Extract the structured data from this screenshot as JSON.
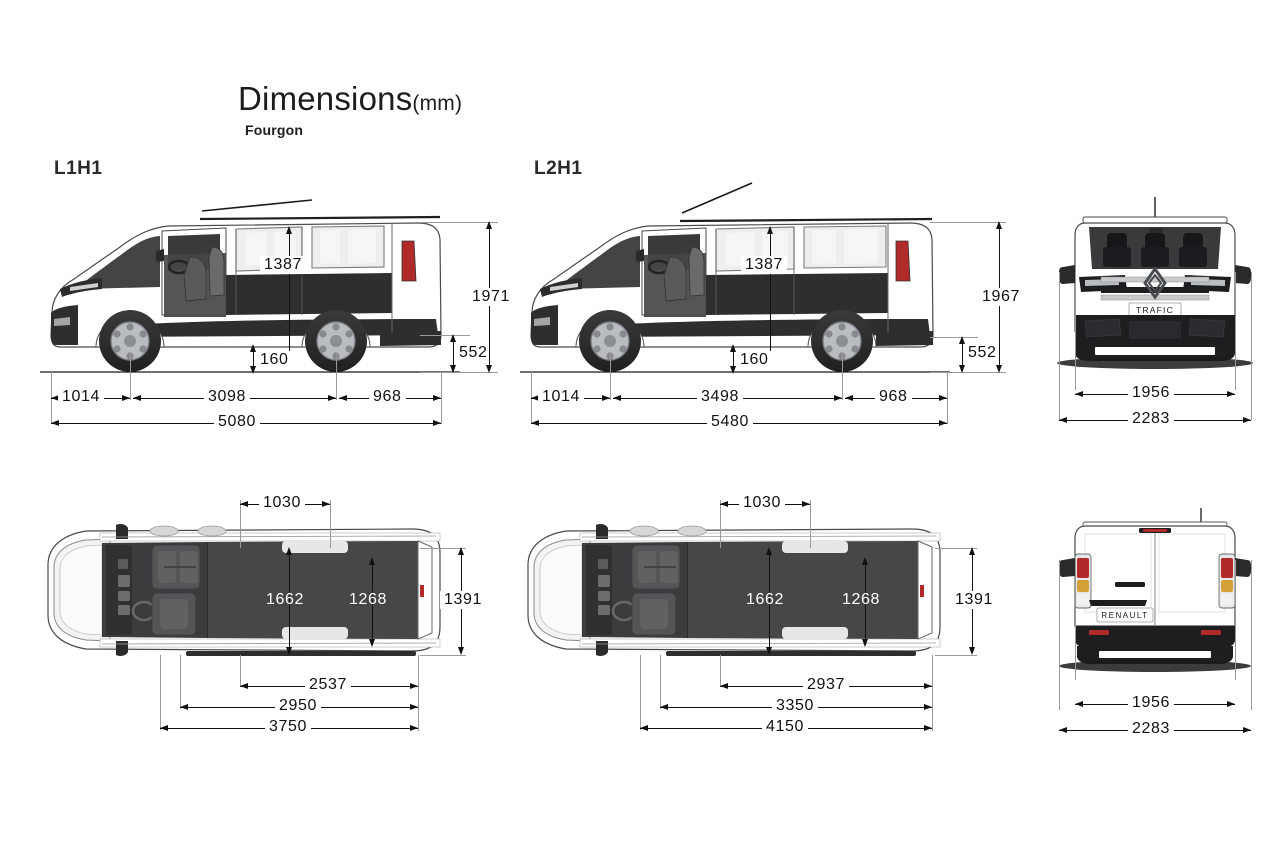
{
  "header": {
    "title": "Dimensions",
    "unit": "(mm)",
    "subtitle": "Fourgon"
  },
  "variants": {
    "l1h1": "L1H1",
    "l2h1": "L2H1"
  },
  "chart_data": {
    "type": "table",
    "title": "Dimensions (mm)",
    "subtitle": "Fourgon",
    "vehicle": "Renault Trafic",
    "badges": [
      "TRAFIC",
      "RENAULT"
    ],
    "views": [
      "side-l1h1",
      "side-l2h1",
      "front",
      "top-l1h1",
      "top-l2h1",
      "rear"
    ],
    "series": [
      {
        "name": "L1H1",
        "side_view": {
          "interior_height": 1387,
          "overall_height": 1971,
          "load_sill_height": 552,
          "ground_clearance_step": 160,
          "front_overhang": 1014,
          "wheelbase": 3098,
          "rear_overhang": 968,
          "overall_length": 5080
        },
        "top_view": {
          "side_door_opening": 1030,
          "load_width_max": 1662,
          "width_between_arches": 1268,
          "overall_width_top": 1391,
          "load_length_floor": 2537,
          "load_length_mid": 2950,
          "load_length_max": 3750
        }
      },
      {
        "name": "L2H1",
        "side_view": {
          "interior_height": 1387,
          "overall_height": 1967,
          "load_sill_height": 552,
          "ground_clearance_step": 160,
          "front_overhang": 1014,
          "wheelbase": 3498,
          "rear_overhang": 968,
          "overall_length": 5480
        },
        "top_view": {
          "side_door_opening": 1030,
          "load_width_max": 1662,
          "width_between_arches": 1268,
          "overall_width_top": 1391,
          "load_length_floor": 2937,
          "load_length_mid": 3350,
          "load_length_max": 4150
        }
      }
    ],
    "front_view": {
      "body_width": 1956,
      "width_with_mirrors": 2283
    },
    "rear_view": {
      "body_width": 1956,
      "width_with_mirrors": 2283
    }
  },
  "l1h1_side": {
    "interior_height": "1387",
    "overall_height": "1971",
    "sill": "552",
    "step": "160",
    "front_overhang": "1014",
    "wheelbase": "3098",
    "rear_overhang": "968",
    "length": "5080"
  },
  "l2h1_side": {
    "interior_height": "1387",
    "overall_height": "1967",
    "sill": "552",
    "step": "160",
    "front_overhang": "1014",
    "wheelbase": "3498",
    "rear_overhang": "968",
    "length": "5480"
  },
  "l1h1_top": {
    "door_opening": "1030",
    "load_width": "1662",
    "between_arches": "1268",
    "width": "1391",
    "floor_length": "2537",
    "mid_length": "2950",
    "max_length": "3750"
  },
  "l2h1_top": {
    "door_opening": "1030",
    "load_width": "1662",
    "between_arches": "1268",
    "width": "1391",
    "floor_length": "2937",
    "mid_length": "3350",
    "max_length": "4150"
  },
  "front_view": {
    "body_width": "1956",
    "mirror_width": "2283",
    "badge": "TRAFIC"
  },
  "rear_view": {
    "body_width": "1956",
    "mirror_width": "2283",
    "badge": "RENAULT"
  },
  "colors": {
    "body": "#ffffff",
    "glass": "#3a3a3c",
    "lower_panel": "#2e2e30",
    "cargo_floor": "#474747",
    "outline": "#4a4a4a",
    "dimension_line": "#111111",
    "tail_light": "#b02a2a"
  }
}
